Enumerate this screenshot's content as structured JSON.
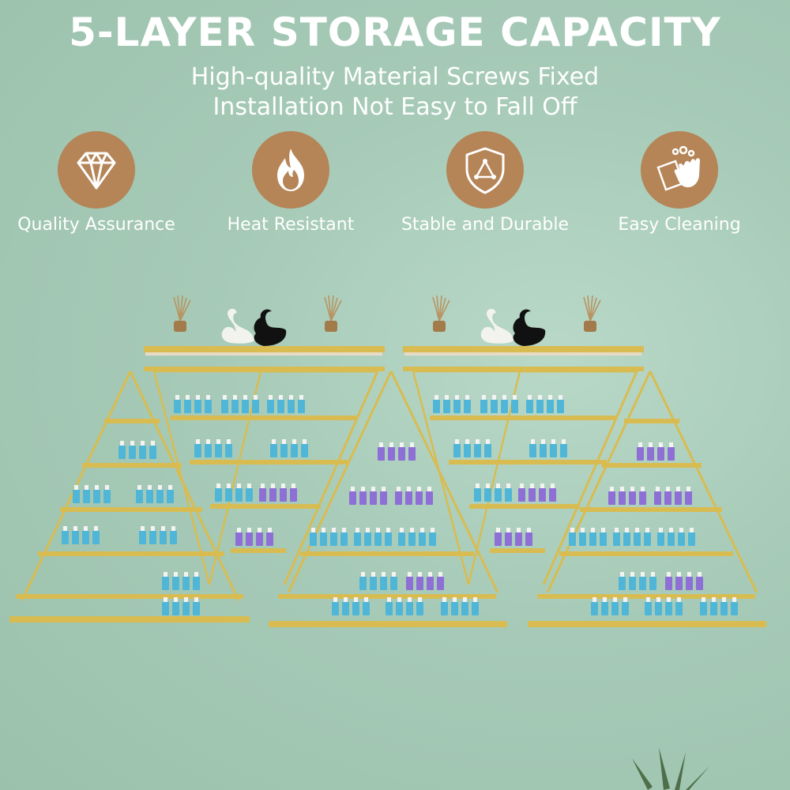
{
  "header": {
    "title": "5-LAYER STORAGE CAPACITY",
    "subtitle_line1": "High-quality Material  Screws Fixed",
    "subtitle_line2": "Installation  Not Easy to Fall Off"
  },
  "features": [
    {
      "label": "Quality Assurance",
      "icon": "diamond-icon"
    },
    {
      "label": "Heat Resistant",
      "icon": "flame-icon"
    },
    {
      "label": "Stable and Durable",
      "icon": "shield-icon"
    },
    {
      "label": "Easy Cleaning",
      "icon": "cleaning-hand-icon"
    }
  ],
  "colors": {
    "background": "#a6cab7",
    "icon_circle": "#b58457",
    "gold": "#d8bc52",
    "shelf_wood": "#e6dcc6",
    "bottle_blue": "#4fb6d8",
    "bottle_purple": "#8d6fd6",
    "text": "#ffffff"
  }
}
